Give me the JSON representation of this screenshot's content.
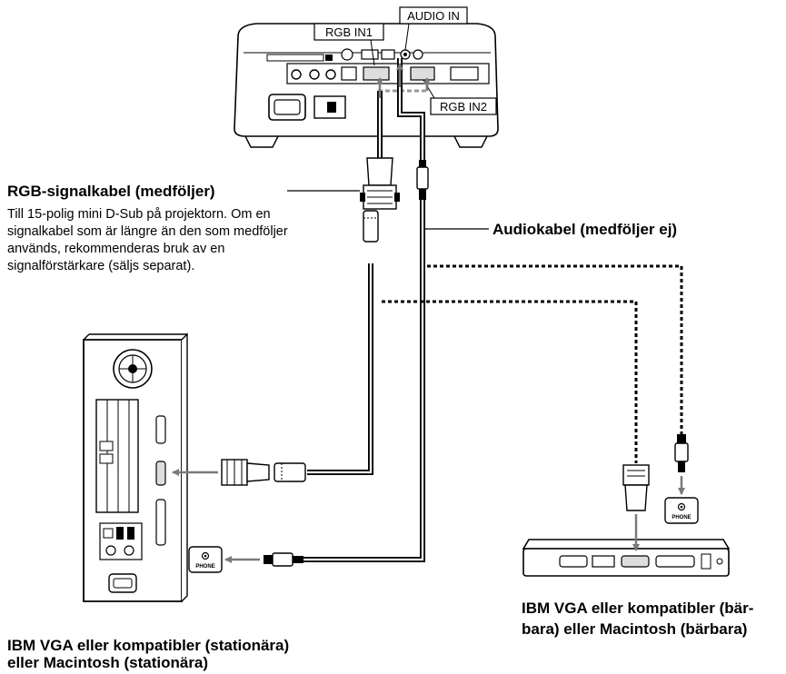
{
  "ports": {
    "rgb_in1": "RGB IN1",
    "audio_in": "AUDIO IN",
    "rgb_in2": "RGB IN2"
  },
  "rgb_cable": {
    "title": "RGB-signalkabel (medföljer)",
    "note": "Till 15-polig mini D-Sub på projektorn. Om en signalkabel som är längre än den som medföljer används, rekommenderas bruk av en signalförstärkare (säljs separat)."
  },
  "audio_cable": {
    "title": "Audiokabel (medföljer ej)"
  },
  "phone_jack": {
    "label": "PHONE"
  },
  "desktop": {
    "caption_line1": "IBM VGA eller kompatibler (stationära)",
    "caption_line2": "eller Macintosh (stationära)"
  },
  "laptop": {
    "caption_line1": "IBM VGA eller kompatibler (bär-",
    "caption_line2": "bara) eller Macintosh (bärbara)"
  }
}
